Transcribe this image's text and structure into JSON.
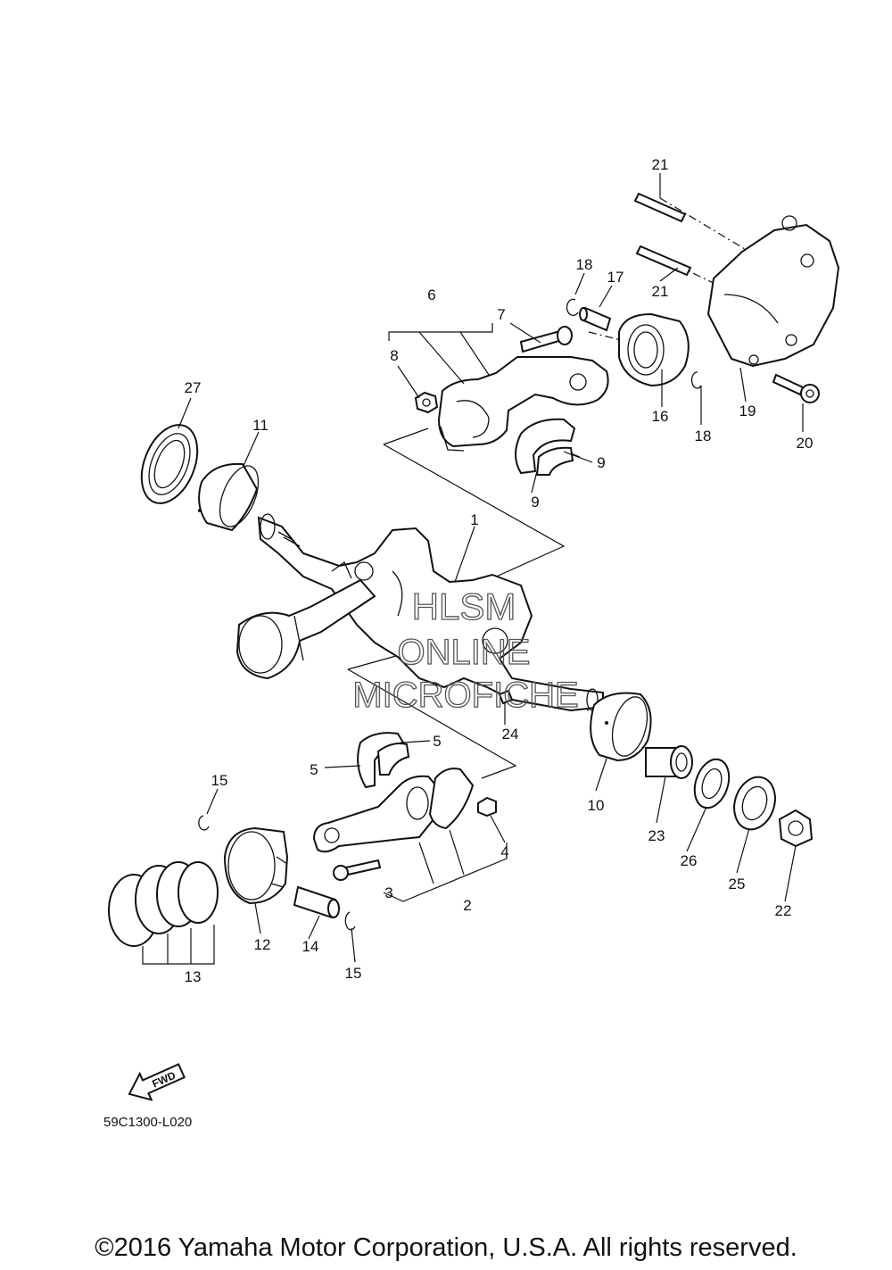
{
  "watermark": {
    "line1": "HLSM",
    "line2": "ONLINE",
    "line3": "MICROFICHE"
  },
  "fwd_label": "FWD",
  "reference_code": "59C1300-L020",
  "copyright": "©2016 Yamaha Motor Corporation, U.S.A. All rights reserved.",
  "callouts": [
    "21",
    "21",
    "18",
    "17",
    "6",
    "7",
    "8",
    "16",
    "18",
    "19",
    "20",
    "27",
    "11",
    "9",
    "9",
    "1",
    "24",
    "5",
    "5",
    "10",
    "23",
    "26",
    "25",
    "22",
    "15",
    "4",
    "3",
    "2",
    "12",
    "14",
    "15",
    "13"
  ]
}
